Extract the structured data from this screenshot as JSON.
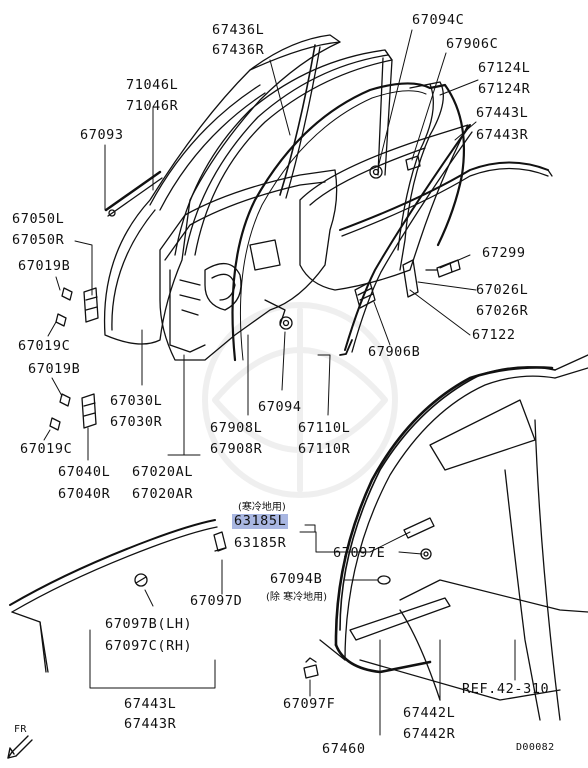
{
  "diagram": {
    "drawing_id": "D00082",
    "direction": "FR",
    "labels": {
      "p67436L": "67436L",
      "p67436R": "67436R",
      "p67094C": "67094C",
      "p67906C": "67906C",
      "p67124L": "67124L",
      "p67124R": "67124R",
      "p71046L": "71046L",
      "p71046R": "71046R",
      "p67443L_top": "67443L",
      "p67443R_top": "67443R",
      "p67093": "67093",
      "p67050L": "67050L",
      "p67050R": "67050R",
      "p67019B_1": "67019B",
      "p67019C_1": "67019C",
      "p67019B_2": "67019B",
      "p67019C_2": "67019C",
      "p67299": "67299",
      "p67026L": "67026L",
      "p67026R": "67026R",
      "p67122": "67122",
      "p67906B": "67906B",
      "p67030L": "67030L",
      "p67030R": "67030R",
      "p67094": "67094",
      "p67908L": "67908L",
      "p67908R": "67908R",
      "p67110L": "67110L",
      "p67110R": "67110R",
      "p67040L": "67040L",
      "p67040R": "67040R",
      "p67020AL": "67020AL",
      "p67020AR": "67020AR",
      "note_cold": "(寒冷地用)",
      "p63185L": "63185L",
      "p63185R": "63185R",
      "p67097E": "67097E",
      "p67094B": "67094B",
      "note_except_cold": "(除 寒冷地用)",
      "p67097D": "67097D",
      "p67097B": "67097B(LH)",
      "p67097C": "67097C(RH)",
      "p67443L_bot": "67443L",
      "p67443R_bot": "67443R",
      "p67097F": "67097F",
      "p67442L": "67442L",
      "p67442R": "67442R",
      "ref": "REF.42-310",
      "p67460": "67460"
    }
  }
}
